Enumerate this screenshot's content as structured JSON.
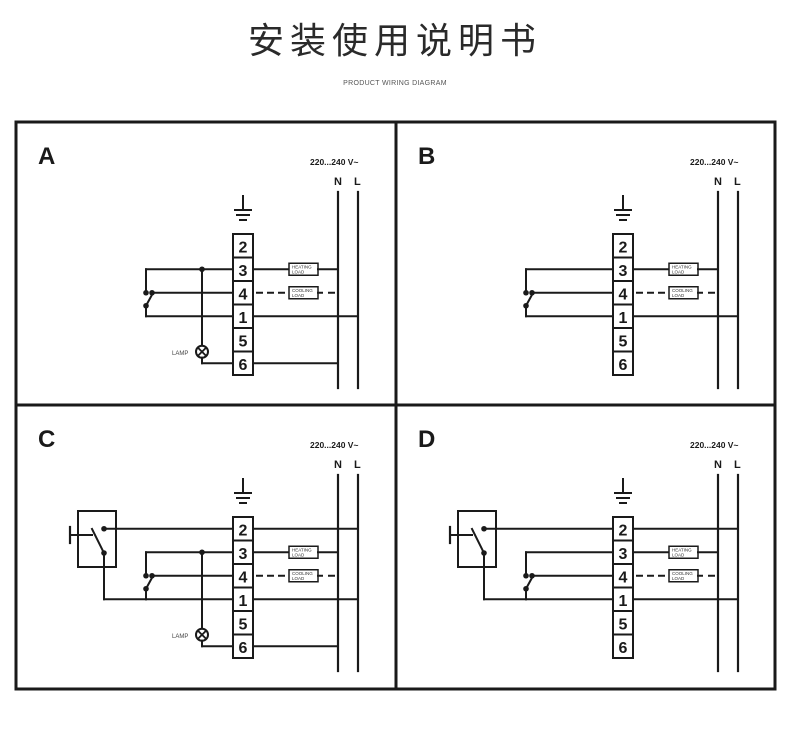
{
  "header": {
    "title": "安装使用说明书",
    "subtitle": "PRODUCT WIRING DIAGRAM"
  },
  "colors": {
    "line": "#1a1a1a",
    "background": "#ffffff",
    "small_text": "#444444"
  },
  "panels": [
    {
      "id": "A",
      "label": "A",
      "voltage": "220...240 V~",
      "neutral_label": "N",
      "live_label": "L",
      "terminals": [
        "2",
        "3",
        "4",
        "1",
        "5",
        "6"
      ],
      "heating_load": [
        "HEATING",
        "LOAD"
      ],
      "cooling_load": [
        "COOLING",
        "LOAD"
      ],
      "has_lamp": true,
      "lamp_label": "LAMP",
      "has_external_switch": false
    },
    {
      "id": "B",
      "label": "B",
      "voltage": "220...240 V~",
      "neutral_label": "N",
      "live_label": "L",
      "terminals": [
        "2",
        "3",
        "4",
        "1",
        "5",
        "6"
      ],
      "heating_load": [
        "HEATING",
        "LOAD"
      ],
      "cooling_load": [
        "COOLING",
        "LOAD"
      ],
      "has_lamp": false,
      "lamp_label": "",
      "has_external_switch": false
    },
    {
      "id": "C",
      "label": "C",
      "voltage": "220...240 V~",
      "neutral_label": "N",
      "live_label": "L",
      "terminals": [
        "2",
        "3",
        "4",
        "1",
        "5",
        "6"
      ],
      "heating_load": [
        "HEATING",
        "LOAD"
      ],
      "cooling_load": [
        "COOLING",
        "LOAD"
      ],
      "has_lamp": true,
      "lamp_label": "LAMP",
      "has_external_switch": true
    },
    {
      "id": "D",
      "label": "D",
      "voltage": "220...240 V~",
      "neutral_label": "N",
      "live_label": "L",
      "terminals": [
        "2",
        "3",
        "4",
        "1",
        "5",
        "6"
      ],
      "heating_load": [
        "HEATING",
        "LOAD"
      ],
      "cooling_load": [
        "COOLING",
        "LOAD"
      ],
      "has_lamp": false,
      "lamp_label": "",
      "has_external_switch": true
    }
  ]
}
